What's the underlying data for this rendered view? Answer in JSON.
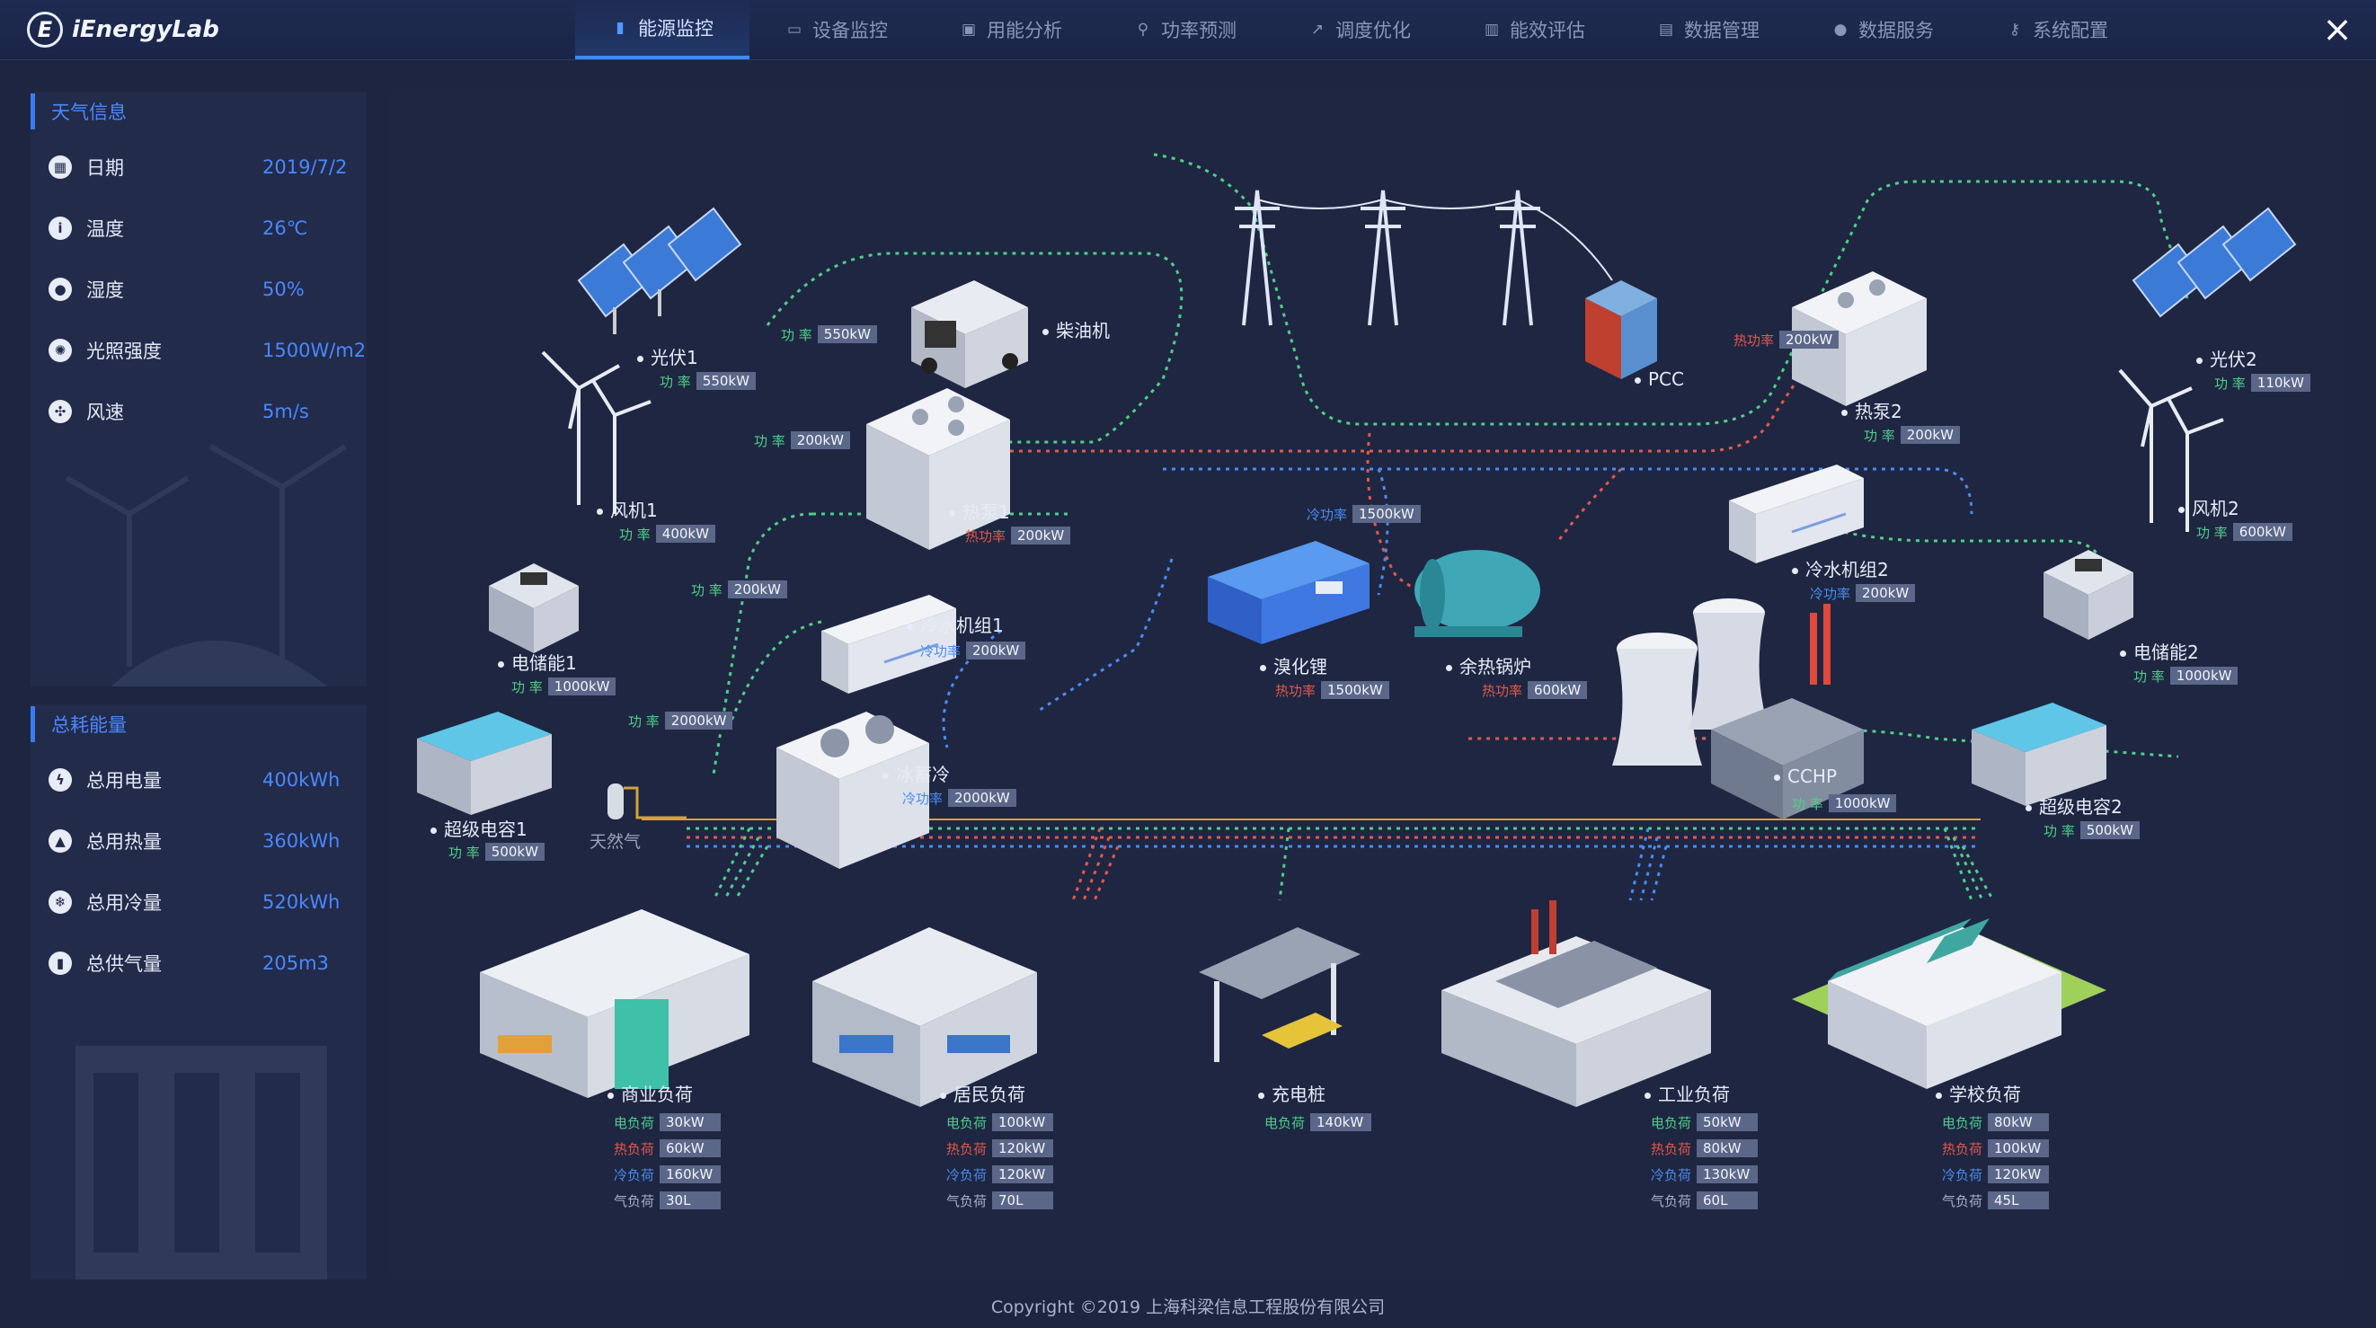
{
  "app": {
    "name": "iEnergyLab",
    "logo_letter": "E"
  },
  "nav": [
    {
      "label": "能源监控",
      "icon": "bar-chart-icon",
      "active": true
    },
    {
      "label": "设备监控",
      "icon": "monitor-icon",
      "active": false
    },
    {
      "label": "用能分析",
      "icon": "window-icon",
      "active": false
    },
    {
      "label": "功率预测",
      "icon": "search-icon",
      "active": false
    },
    {
      "label": "调度优化",
      "icon": "trend-icon",
      "active": false
    },
    {
      "label": "能效评估",
      "icon": "column-chart-icon",
      "active": false
    },
    {
      "label": "数据管理",
      "icon": "document-icon",
      "active": false
    },
    {
      "label": "数据服务",
      "icon": "user-icon",
      "active": false
    },
    {
      "label": "系统配置",
      "icon": "key-icon",
      "active": false
    }
  ],
  "weather": {
    "title": "天气信息",
    "rows": [
      {
        "label": "日期",
        "value": "2019/7/2",
        "icon": "calendar-icon"
      },
      {
        "label": "温度",
        "value": "26℃",
        "icon": "thermometer-icon"
      },
      {
        "label": "湿度",
        "value": "50%",
        "icon": "droplet-icon"
      },
      {
        "label": "光照强度",
        "value": "1500W/m2",
        "icon": "sun-icon"
      },
      {
        "label": "风速",
        "value": "5m/s",
        "icon": "wind-icon"
      }
    ]
  },
  "consumption": {
    "title": "总耗能量",
    "rows": [
      {
        "label": "总用电量",
        "value": "400kWh",
        "icon": "lightning-icon"
      },
      {
        "label": "总用热量",
        "value": "360kWh",
        "icon": "flame-icon"
      },
      {
        "label": "总用冷量",
        "value": "520kWh",
        "icon": "snowflake-icon"
      },
      {
        "label": "总供气量",
        "value": "205m3",
        "icon": "gas-icon"
      }
    ]
  },
  "nodes": {
    "pv1": {
      "name": "光伏1",
      "k": "功 率",
      "v": "550kW"
    },
    "wind1": {
      "name": "风机1",
      "k": "功 率",
      "v": "400kW"
    },
    "storage1": {
      "name": "电储能1",
      "k": "功 率",
      "v": "1000kW"
    },
    "supercap1": {
      "name": "超级电容1",
      "k": "功 率",
      "v": "500kW"
    },
    "gas": {
      "name": "天然气"
    },
    "diesel": {
      "name": "柴油机",
      "k": "功 率",
      "v": "550kW"
    },
    "heatpump1": {
      "name": "热泵1",
      "k1": "功 率",
      "v1": "200kW",
      "k2": "热功率",
      "v2": "200kW"
    },
    "chiller1": {
      "name": "冷水机组1",
      "k1": "功 率",
      "v1": "200kW",
      "k2": "冷功率",
      "v2": "200kW"
    },
    "icecool": {
      "name": "冰蓄冷",
      "k1": "功 率",
      "v1": "2000kW",
      "k2": "冷功率",
      "v2": "2000kW"
    },
    "pcc": {
      "name": "PCC"
    },
    "libr": {
      "name": "溴化锂",
      "k1": "冷功率",
      "v1": "1500kW",
      "k2": "热功率",
      "v2": "1500kW"
    },
    "boiler": {
      "name": "余热锅炉",
      "k": "热功率",
      "v": "600kW"
    },
    "cchp": {
      "name": "CCHP",
      "k": "功 率",
      "v": "1000kW"
    },
    "heatpump2": {
      "name": "热泵2",
      "k1": "热功率",
      "v1": "200kW",
      "k2": "功 率",
      "v2": "200kW"
    },
    "chiller2": {
      "name": "冷水机组2",
      "k": "冷功率",
      "v": "200kW"
    },
    "pv2": {
      "name": "光伏2",
      "k": "功 率",
      "v": "110kW"
    },
    "wind2": {
      "name": "风机2",
      "k": "功 率",
      "v": "600kW"
    },
    "storage2": {
      "name": "电储能2",
      "k": "功 率",
      "v": "1000kW"
    },
    "supercap2": {
      "name": "超级电容2",
      "k": "功 率",
      "v": "500kW"
    }
  },
  "loads": [
    {
      "name": "商业负荷",
      "rows": [
        {
          "k": "电负荷",
          "v": "30kW"
        },
        {
          "k": "热负荷",
          "v": "60kW"
        },
        {
          "k": "冷负荷",
          "v": "160kW"
        },
        {
          "k": "气负荷",
          "v": "30L"
        }
      ]
    },
    {
      "name": "居民负荷",
      "rows": [
        {
          "k": "电负荷",
          "v": "100kW"
        },
        {
          "k": "热负荷",
          "v": "120kW"
        },
        {
          "k": "冷负荷",
          "v": "120kW"
        },
        {
          "k": "气负荷",
          "v": "70L"
        }
      ]
    },
    {
      "name": "充电桩",
      "rows": [
        {
          "k": "电负荷",
          "v": "140kW"
        }
      ]
    },
    {
      "name": "工业负荷",
      "rows": [
        {
          "k": "电负荷",
          "v": "50kW"
        },
        {
          "k": "热负荷",
          "v": "80kW"
        },
        {
          "k": "冷负荷",
          "v": "130kW"
        },
        {
          "k": "气负荷",
          "v": "60L"
        }
      ]
    },
    {
      "name": "学校负荷",
      "rows": [
        {
          "k": "电负荷",
          "v": "80kW"
        },
        {
          "k": "热负荷",
          "v": "100kW"
        },
        {
          "k": "冷负荷",
          "v": "120kW"
        },
        {
          "k": "气负荷",
          "v": "45L"
        }
      ]
    }
  ],
  "colors": {
    "electric": "#4fcf88",
    "heat": "#e3584a",
    "cold": "#4a8cf0",
    "gas": "#d4a23a",
    "accent": "#3a7cf0"
  },
  "footer": "Copyright ©2019 上海科梁信息工程股份有限公司"
}
